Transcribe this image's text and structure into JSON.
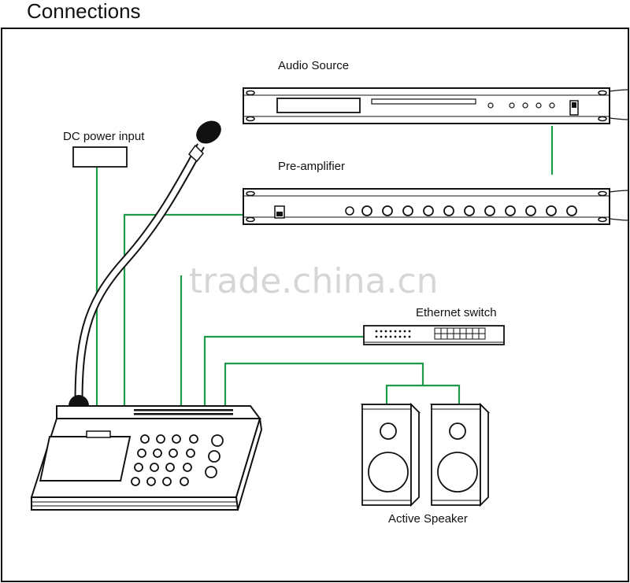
{
  "title": "Connections",
  "labels": {
    "audio_source": "Audio Source",
    "pre_amplifier": "Pre-amplifier",
    "dc_power_input": "DC power input",
    "ethernet_switch": "Ethernet switch",
    "active_speaker": "Active Speaker"
  },
  "watermark": "trade.china.cn",
  "colors": {
    "wire": "#1f9a4a",
    "outline": "#111111",
    "watermark": "#c9c9c9"
  }
}
